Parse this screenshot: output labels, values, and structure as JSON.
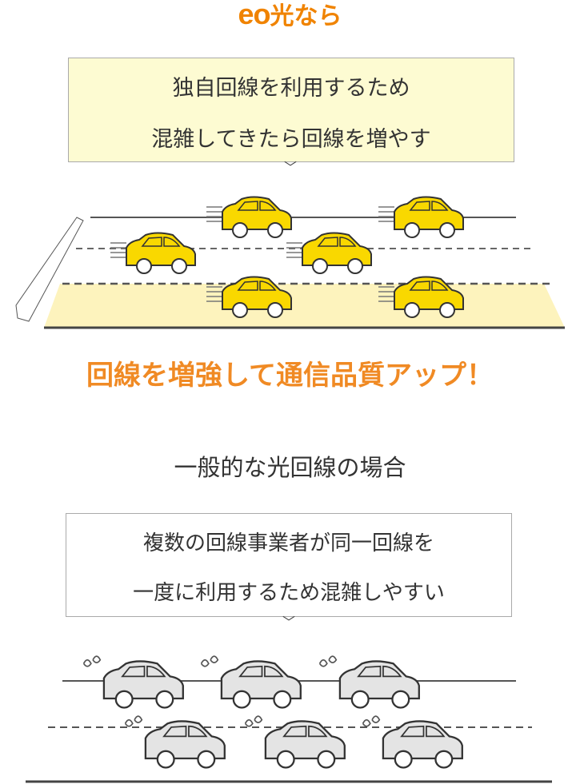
{
  "logo": {
    "brand": "eo",
    "suffix": "光なら"
  },
  "eo_box": {
    "line1": "独自回線を利用するため",
    "line2": "混雑してきたら回線を増やす"
  },
  "headline": "回線を増強して通信品質アップ！",
  "general_title": "一般的な光回線の場合",
  "general_box": {
    "line1": "複数の回線事業者が同一回線を",
    "line2": "一度に利用するため混雑しやすい"
  },
  "colors": {
    "orange": "#f08a24",
    "car_yellow": "#f9d800",
    "lane_highlight": "#fdf3bd",
    "car_gray": "#e4e4e4"
  }
}
